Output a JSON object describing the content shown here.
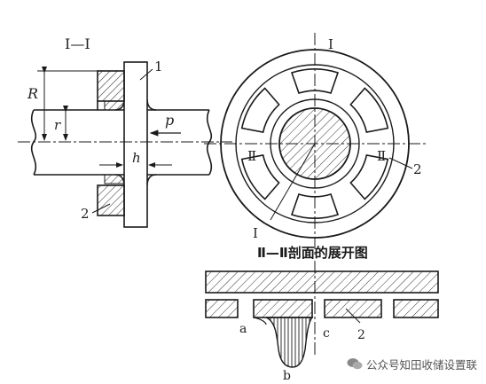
{
  "labels": {
    "section_mark_left": "I—I",
    "part_1": "1",
    "part_2": "2",
    "radius_R": "R",
    "radius_r": "r",
    "pressure_p": "p",
    "thickness_h": "h",
    "roman_I": "I",
    "roman_II": "Ⅱ",
    "point_a": "a",
    "point_b": "b",
    "point_c": "c"
  },
  "caption": {
    "section_title": "Ⅱ—Ⅱ剖面的展开图"
  },
  "watermark": {
    "text": "公众号知田收储设置联",
    "icon": "wechat-icon"
  },
  "colors": {
    "ink": "#1a1a1a",
    "hatch": "#333333",
    "background": "#ffffff"
  }
}
